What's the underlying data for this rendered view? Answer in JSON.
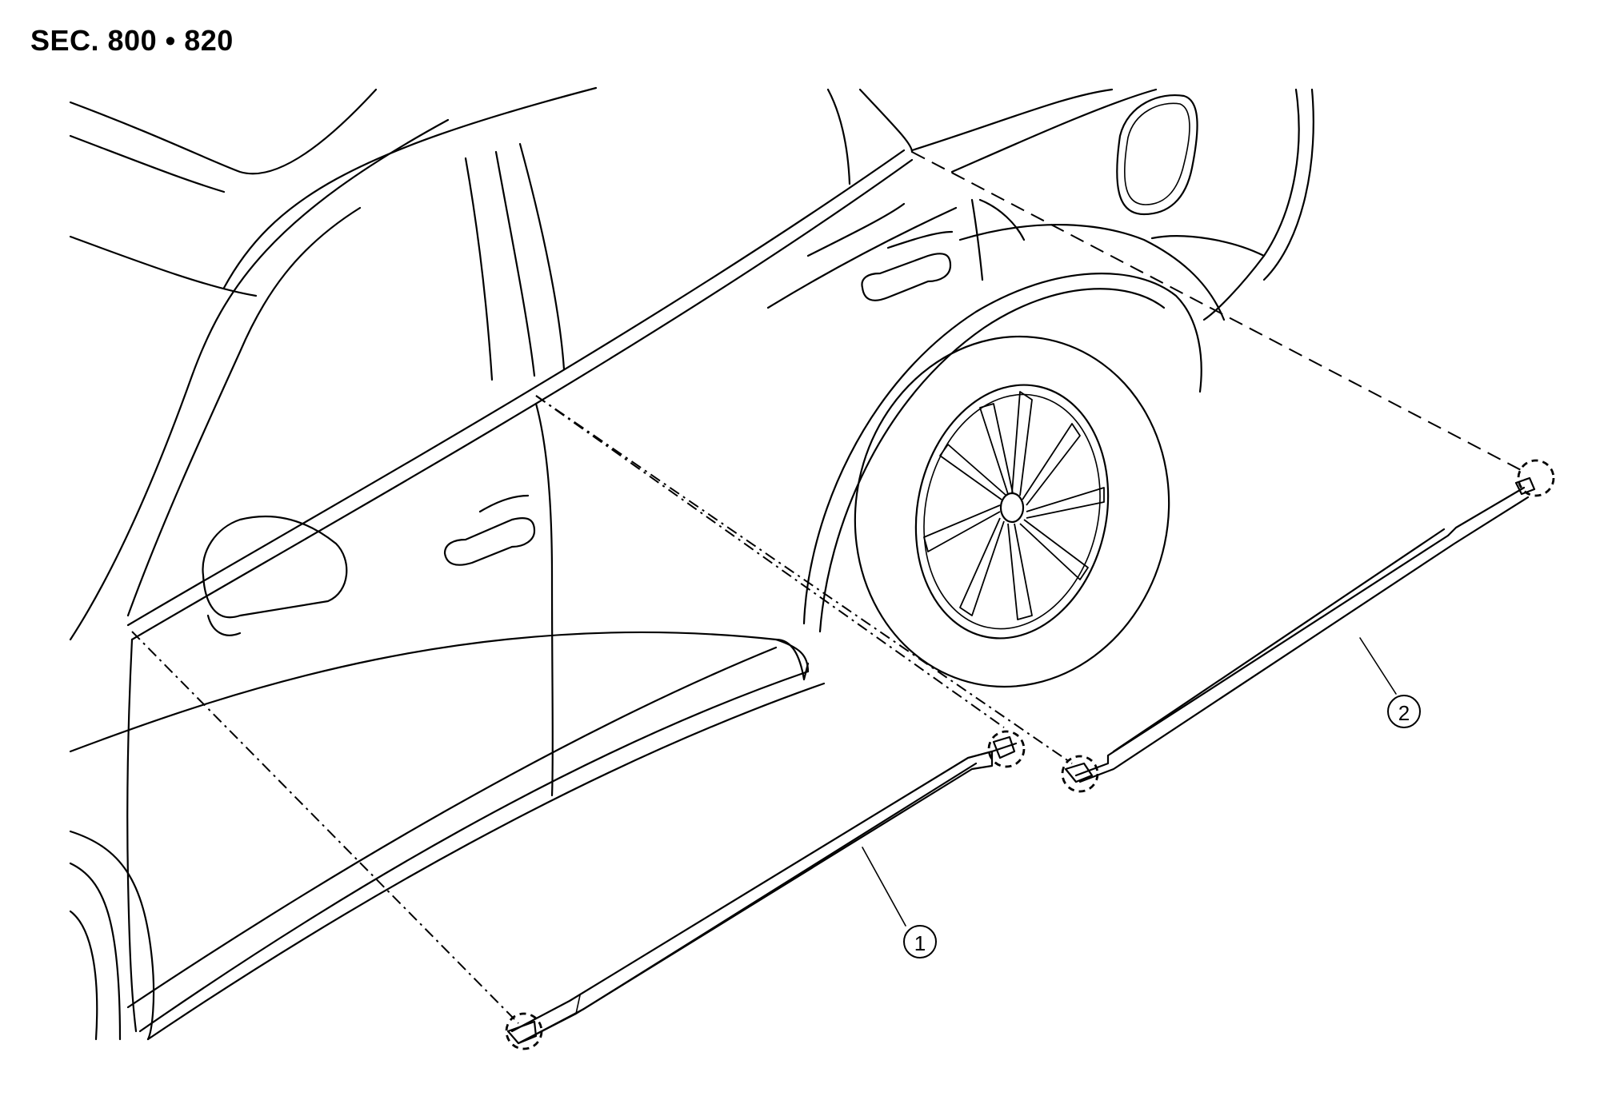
{
  "section_label": "SEC. 800 • 820",
  "callouts": [
    {
      "id": "1",
      "text": "1"
    },
    {
      "id": "2",
      "text": "2"
    }
  ]
}
